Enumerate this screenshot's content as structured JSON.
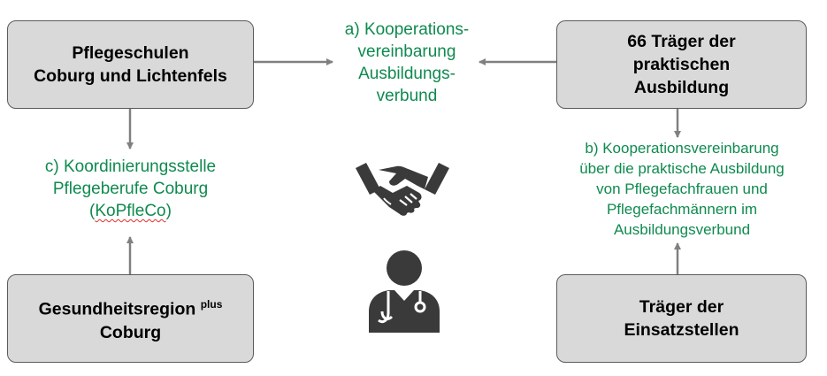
{
  "boxes": {
    "pflegeschulen": {
      "line1": "Pflegeschulen",
      "line2": "Coburg und Lichtenfels"
    },
    "traeger_praktisch": {
      "line1": "66 Träger der",
      "line2": "praktischen",
      "line3": "Ausbildung"
    },
    "gesundheitsregion": {
      "line1": "Gesundheitsregion",
      "sup": "plus",
      "line2": "Coburg"
    },
    "traeger_einsatz": {
      "line1": "Träger der",
      "line2": "Einsatzstellen"
    }
  },
  "labels": {
    "a": {
      "line1": "a) Kooperations-",
      "line2": "vereinbarung",
      "line3": "Ausbildungs-",
      "line4": "verbund"
    },
    "b": {
      "line1": "b) Kooperationsvereinbarung",
      "line2": "über die praktische Ausbildung",
      "line3": "von Pflegefachfrauen und",
      "line4": "Pflegefachmännern im",
      "line5": "Ausbildungsverbund"
    },
    "c": {
      "line1": "c) Koordinierungsstelle",
      "line2": "Pflegeberufe Coburg",
      "line3_open": "(",
      "line3_word": "KoPfleCo",
      "line3_close": ")"
    }
  },
  "icons": {
    "top": "handshake-icon",
    "bottom": "doctor-icon"
  },
  "colors": {
    "box_fill": "#d9d9d9",
    "box_border": "#5b5b5b",
    "label_green": "#0f8a4f",
    "arrow": "#808080"
  }
}
